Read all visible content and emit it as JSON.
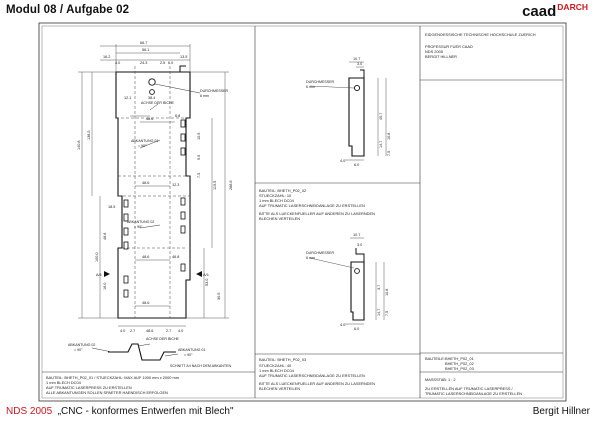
{
  "header": {
    "title": "Modul 08 / Aufgabe 02",
    "brand": "caad",
    "brand_superscript": "DARCH"
  },
  "footer": {
    "course_code": "NDS 2005",
    "course_title": "„CNC - konformes Entwerfen mit Blech\"",
    "author": "Bergit Hillner"
  },
  "sheet": {
    "institution": "EIDGENOESSISCHE TECHNISCHE HOCHSCHULE ZUERICH",
    "credits": [
      "PROFESSUR FUER CAAD",
      "NDS 2005",
      "BERGIT HILLNER"
    ],
    "parts_label": "BAUTEILE:",
    "parts": [
      "BHETH_P02_01",
      "BHETH_P02_02",
      "BHETH_P02_03"
    ],
    "scale_label": "MASSSTAB:",
    "scale": "1 : 2",
    "notes": [
      "ZU ERSTELLEN AUF TRUMATIC LASERPRESS /",
      "TRUMATIC LASERSCHNEIDANLAGE ZU ERSTELLEN"
    ]
  },
  "part01": {
    "dims_top": [
      "66.7",
      "56.1",
      "16.2",
      "4.0",
      "24.3",
      "2.5",
      "6.0",
      "13.5"
    ],
    "dims_left": [
      "140.8",
      "138.5",
      "100.0",
      "48.8",
      "16.0"
    ],
    "dims_right": [
      "288.6",
      "119.5",
      "53.0",
      "30.5",
      "10.5",
      "9.5",
      "7.5"
    ],
    "dims_inner": [
      "12.1",
      "38.4",
      "48.6",
      "6.8",
      "48.6",
      "48.6",
      "48.6",
      "18.5",
      "12.3",
      "46.8"
    ],
    "dims_bottom": [
      "4.0",
      "2.7",
      "48.6",
      "2.7",
      "4.0"
    ],
    "labels": {
      "hole": "DURCHMESSER",
      "hole_size": "6 mm",
      "axis": "ACHSE DER BICHE",
      "fold1": "ABKANTUNG 01",
      "fold1_angle": "= 90°",
      "fold2": "ABKANTUNG 02",
      "fold2_angle": "= 90°",
      "section_mark": "A/1",
      "section_caption": "SCHNITT A/I NACH DEM ABKANTEN"
    },
    "section_labels": {
      "fold2": "ABKANTUNG 02",
      "fold2_angle": "= 90°",
      "axis": "ACHSE DER BICHE",
      "fold1": "ABKANTUNG 01",
      "fold1_angle": "= 90°"
    },
    "notes": [
      "BAUTEIL: BHETH_P02_01 / STUECKZAHL: MAX AUF 1000 mm x 2000 mm",
      "1 mm BLECH DC04",
      "AUF TRUMATIC LASERPRESS ZU ERSTELLEN",
      "ALLE ABKANTUNGEN SOLLEN SPAETER HAENDISCH ERFOLGEN"
    ]
  },
  "part02": {
    "dims": [
      "10.7",
      "3.0",
      "40.7",
      "14.7",
      "10.8",
      "7.5",
      "4.0",
      "6.0"
    ],
    "hole": "DURCHMESSER",
    "hole_size": "6 mm",
    "notes": [
      "BAUTEIL: BHETH_P02_02",
      "STUECKZAHL: 10",
      "1 mm BLECH DC04",
      "AUF TRUMATIC LASERSCHNEIDANLAGE ZU ERSTELLEN",
      "BITTE ALS LUECKENFUELLER AUF ANDEREN ZU LASERNDEN",
      "BLECHEN VERTEILEN"
    ]
  },
  "part03": {
    "dims": [
      "10.7",
      "3.0",
      "3.7",
      "14.7",
      "10.8",
      "7.5",
      "6.0",
      "4.0"
    ],
    "hole": "DURCHMESSER",
    "hole_size": "6 mm",
    "notes": [
      "BAUTEIL: BHETH_P02_03",
      "STUECKZAHL: 40",
      "1 mm BLECH DC04",
      "AUF TRUMATIC LASERSCHNEIDANLAGE ZU ERSTELLEN",
      "BITTE ALS LUECKENFUELLER AUF ANDEREN ZU LASERNDEN",
      "BLECHEN VERTEILEN"
    ]
  }
}
